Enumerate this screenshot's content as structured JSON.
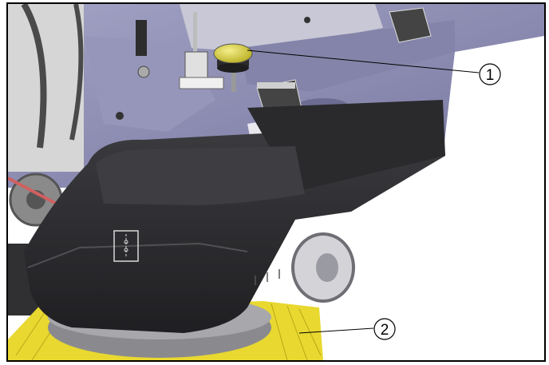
{
  "figure": {
    "callouts": [
      {
        "label": "1",
        "target": "filter-knob"
      },
      {
        "label": "2",
        "target": "side-brush"
      }
    ],
    "colors": {
      "frame": "#8f8fb3",
      "frame_dark": "#6c6c92",
      "cover": "#2b2b2e",
      "cover_highlight": "#45454a",
      "knob": "#e0d84a",
      "bristles": "#e8d830",
      "metal": "#c8c8c8",
      "cable": "#d06060"
    },
    "icons": [
      "machine-frame",
      "filter-knob",
      "brush-cover",
      "side-brush",
      "drive-belt",
      "cover-symbol-icon",
      "rear-wheel"
    ]
  }
}
